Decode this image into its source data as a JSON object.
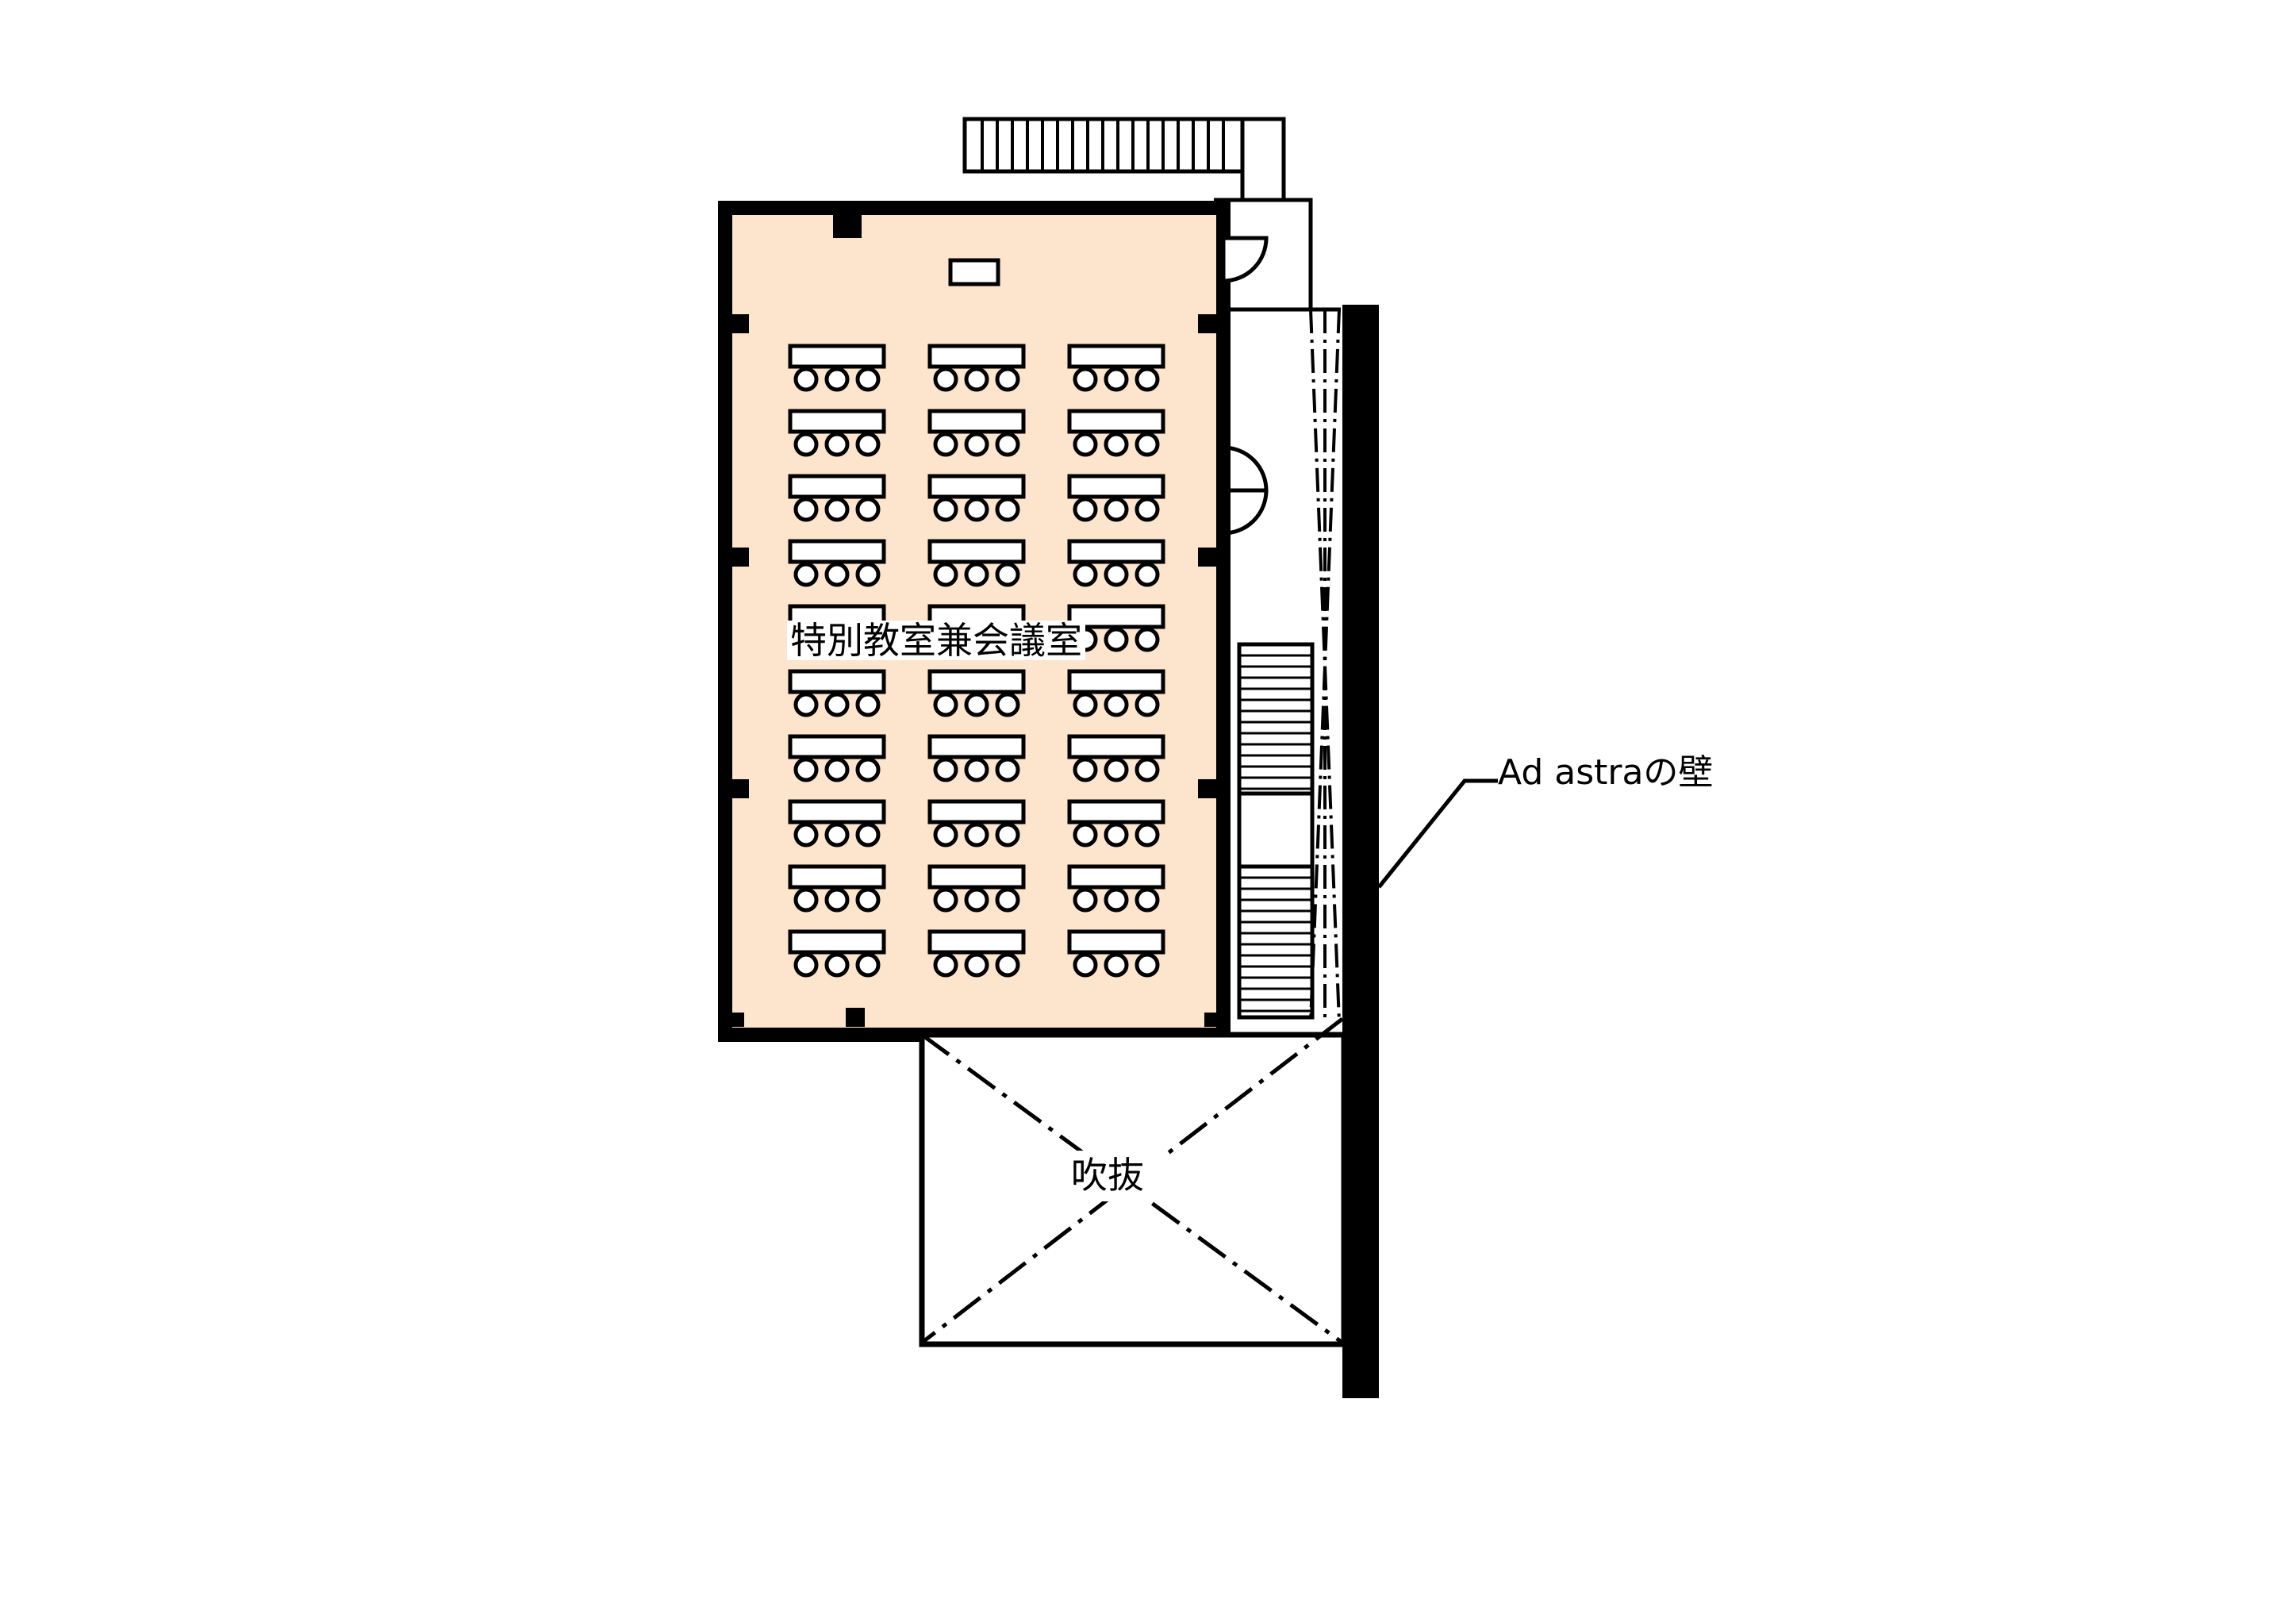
{
  "plan": {
    "room_label": "特別教室兼会議室",
    "void_label": "吹抜",
    "wall_label": "Ad astraの壁",
    "desk_rows": 10,
    "desk_columns": 3,
    "chairs_per_desk": 3
  },
  "colors": {
    "room_fill": "#fde4cc",
    "wall": "#000000",
    "line": "#000000",
    "background": "#ffffff"
  }
}
